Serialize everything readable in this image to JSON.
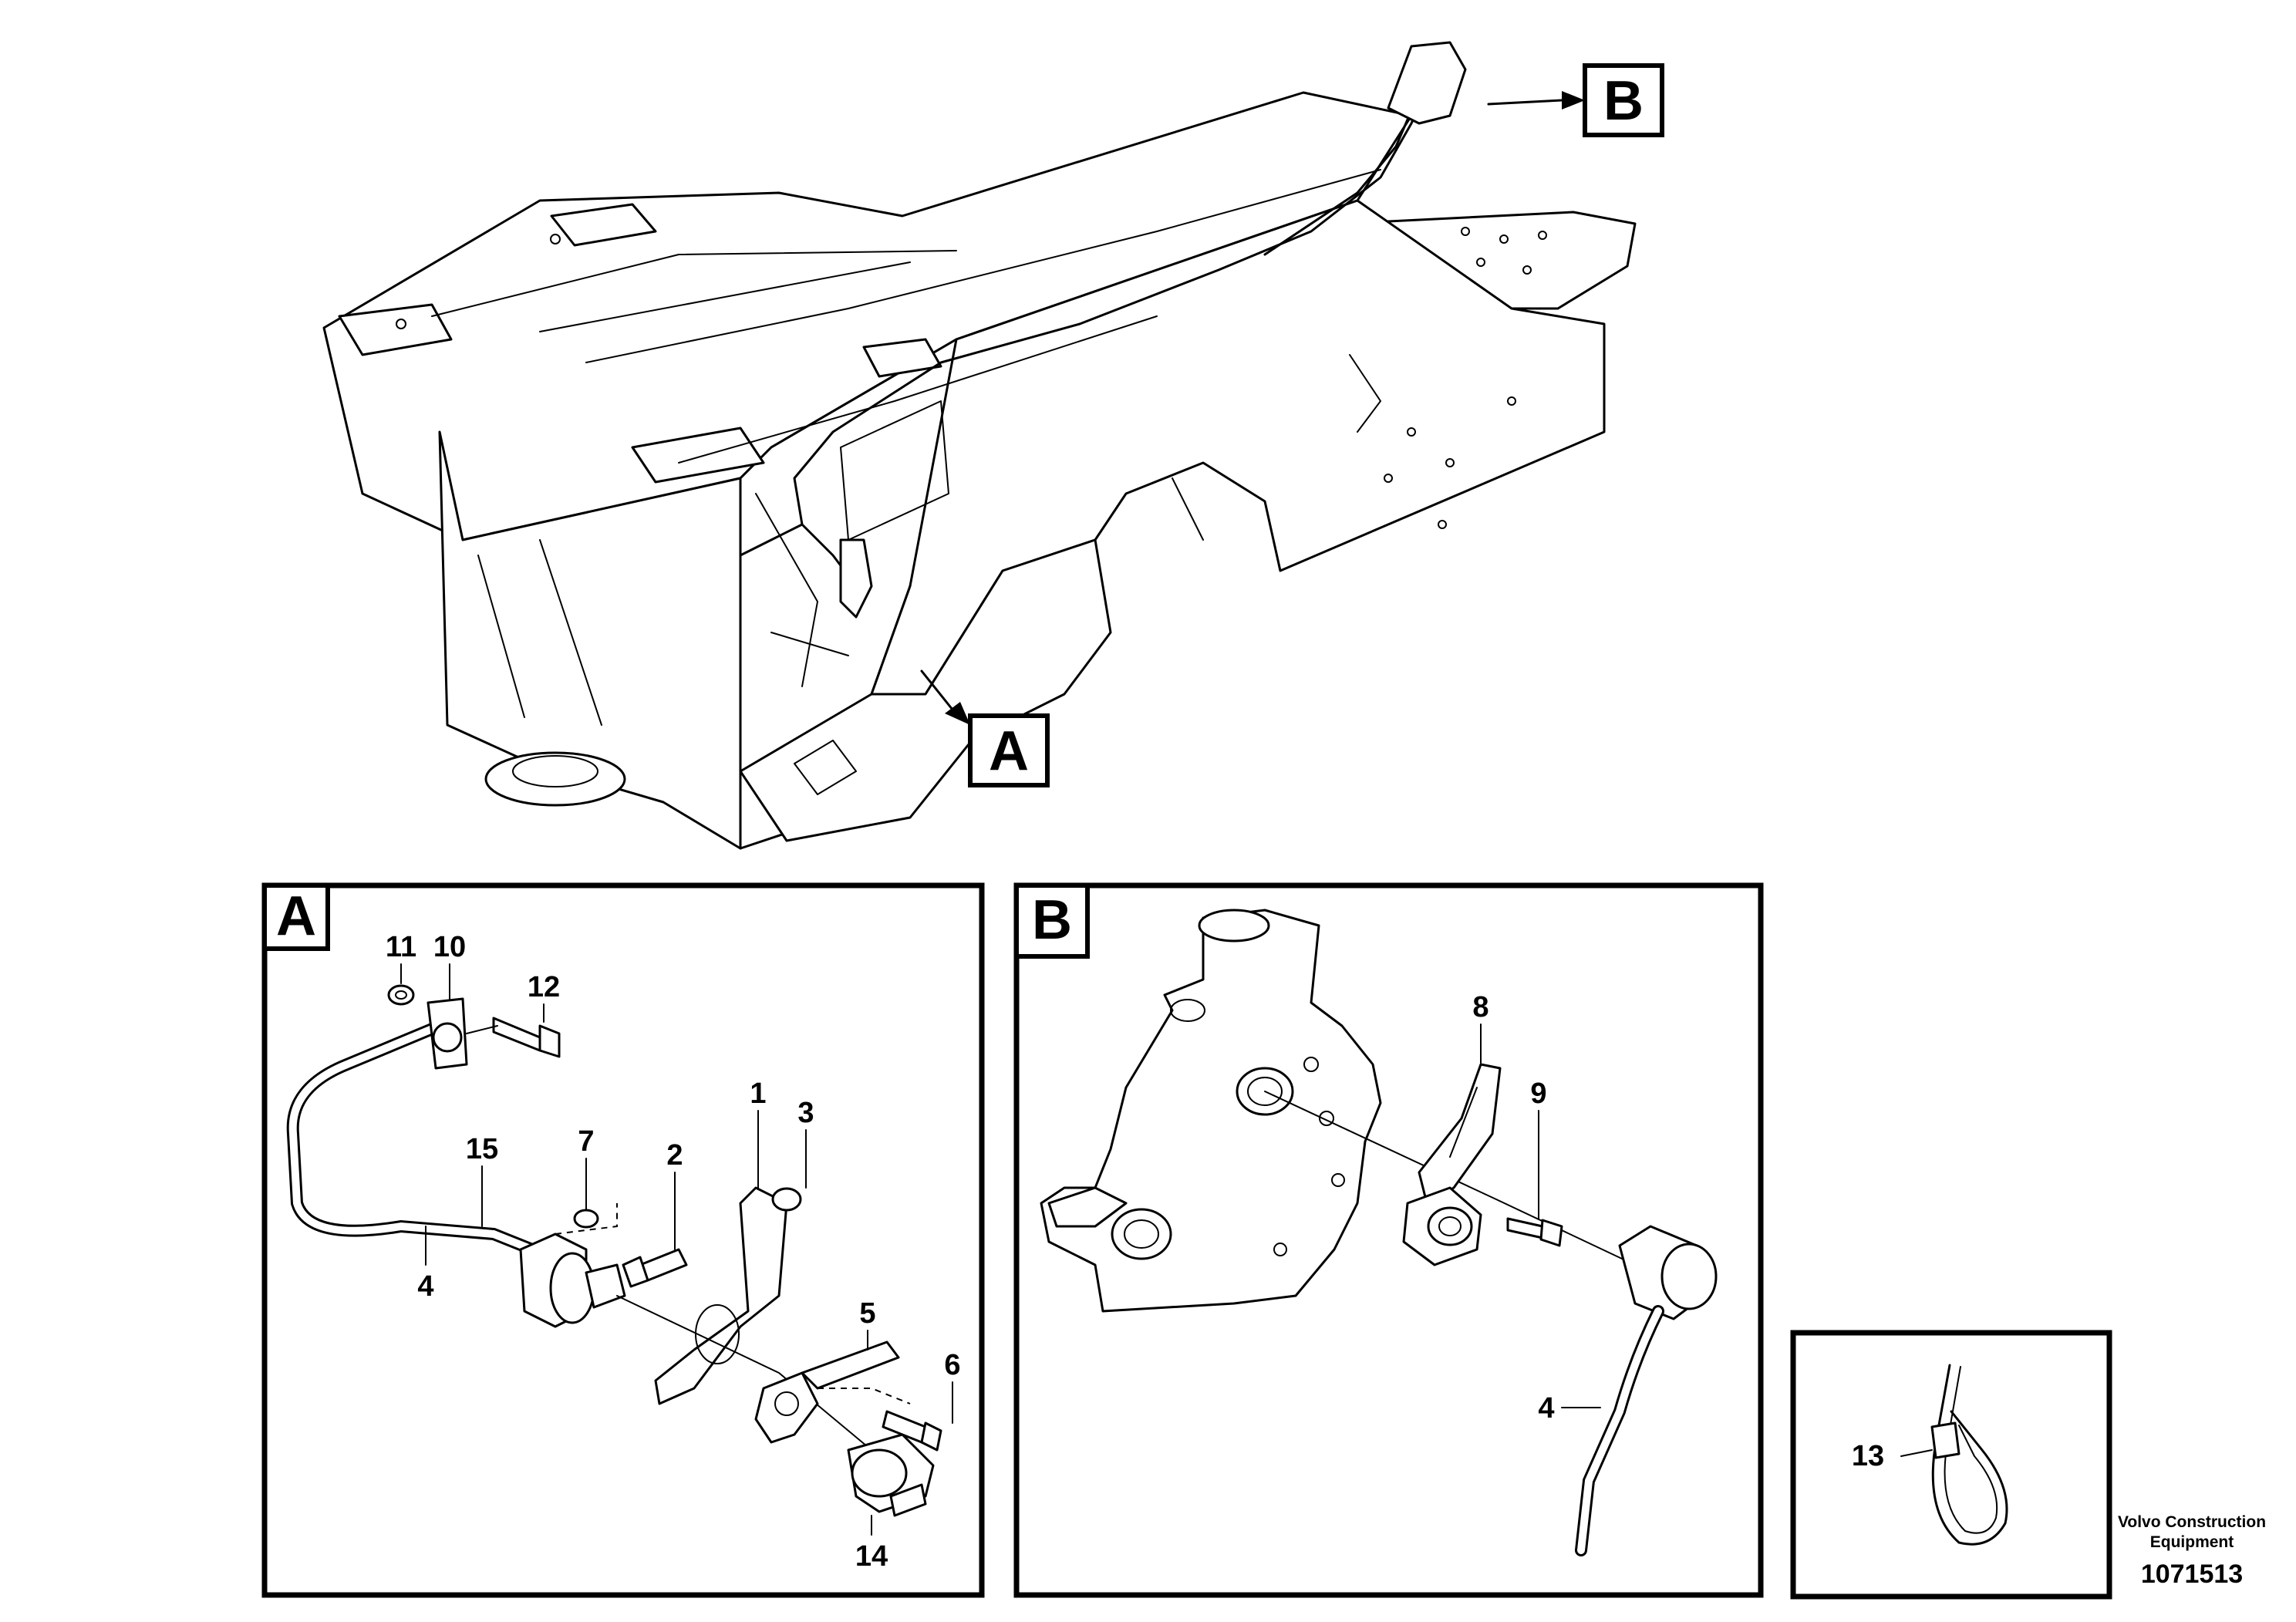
{
  "overview": {
    "callout_a": "A",
    "callout_b": "B"
  },
  "detail_a": {
    "tag": "A",
    "labels": {
      "p1": "1",
      "p2": "2",
      "p3": "3",
      "p4": "4",
      "p5": "5",
      "p6": "6",
      "p7": "7",
      "p10": "10",
      "p11": "11",
      "p12": "12",
      "p14": "14",
      "p15": "15"
    }
  },
  "detail_b": {
    "tag": "B",
    "labels": {
      "p4": "4",
      "p8": "8",
      "p9": "9"
    }
  },
  "detail_c": {
    "labels": {
      "p13": "13"
    }
  },
  "footer": {
    "brand_line1": "Volvo Construction",
    "brand_line2": "Equipment",
    "document_number": "1071513"
  }
}
